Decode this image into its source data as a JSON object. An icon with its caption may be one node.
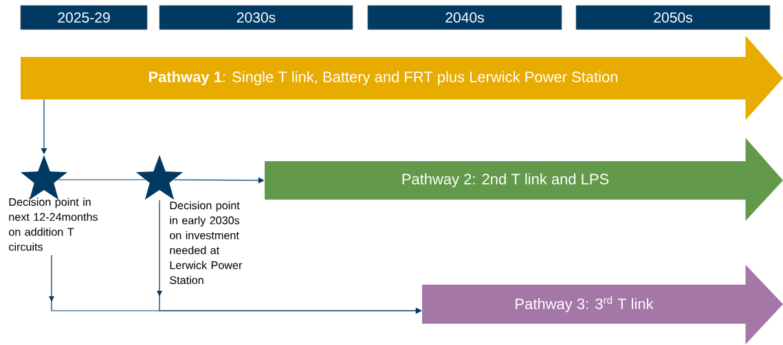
{
  "diagram": {
    "nodes": [
      {
        "text": [
          "2025-29"
        ]
      },
      {
        "text": [
          "2030s"
        ]
      },
      {
        "text": [
          "2040s"
        ]
      },
      {
        "text": [
          "2050s"
        ]
      },
      {
        "text": [
          "**Pathway 1**: Single T link, Battery and FRT plus Lerwick Power Station"
        ]
      },
      {
        "text": [],
        "shape": "star",
        "beside": [
          "Decision point in next 12-24months on addition T circuits"
        ]
      },
      {
        "text": [],
        "shape": "star",
        "beside": [
          "Decision point in early 2030s on investment needed at Lerwick Power Station"
        ]
      },
      {
        "text": [
          "Pathway 2: 2nd T link and LPS"
        ]
      },
      {
        "text": [
          "Pathway 3: 3$^{rd}$ T link"
        ]
      }
    ],
    "edges": [
      {
        "from": 4,
        "to": 5,
        "arrow": "to"
      },
      {
        "from": 5,
        "to": 6,
        "arrow": "none"
      },
      {
        "from": 6,
        "to": 7,
        "arrow": "to"
      },
      {
        "from": 5,
        "to": 8,
        "arrow": "to"
      },
      {
        "from": 6,
        "to": 8,
        "arrow": "to"
      }
    ]
  }
}
